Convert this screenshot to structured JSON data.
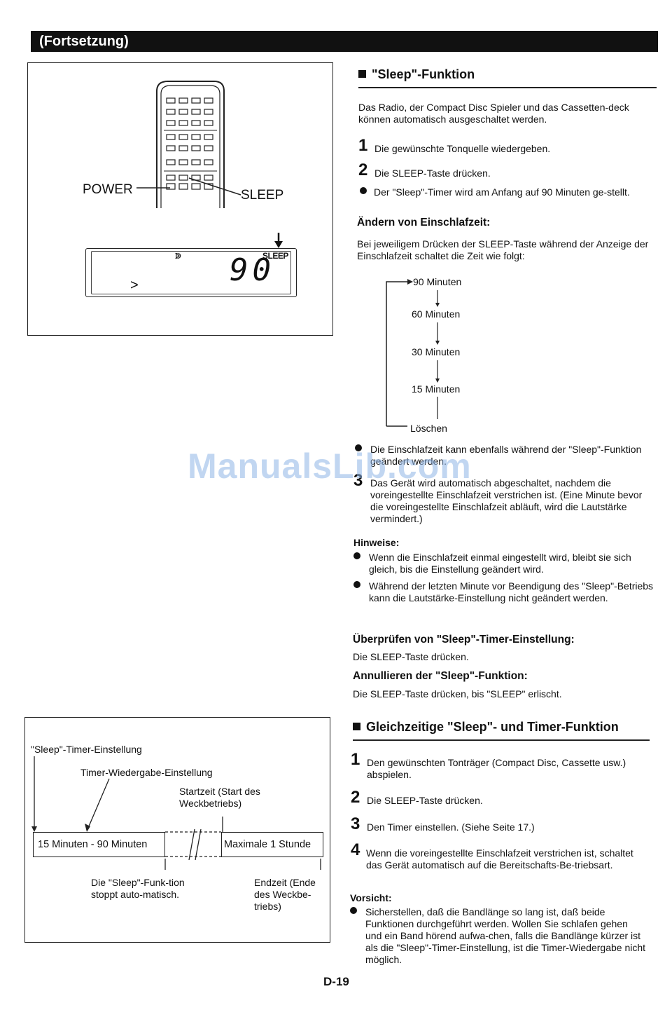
{
  "header": {
    "title": "(Fortsetzung)"
  },
  "figure": {
    "power_label": "POWER",
    "sleep_label": "SLEEP",
    "display_sleep": "SLEEP",
    "display_value": "90",
    "display_arrow": ">"
  },
  "sleep": {
    "title": "\"Sleep\"-Funktion",
    "intro": "Das Radio, der Compact Disc Spieler und das Cassetten-deck können automatisch ausgeschaltet werden.",
    "step1_num": "1",
    "step1": "Die gewünschte Tonquelle wiedergeben.",
    "step2_num": "2",
    "step2": "Die SLEEP-Taste drücken.",
    "bullet1": "Der \"Sleep\"-Timer wird am Anfang auf 90 Minuten ge-stellt.",
    "change_title": "Ändern von Einschlafzeit:",
    "change_text": "Bei jeweiligem Drücken der SLEEP-Taste während der Anzeige der Einschlafzeit schaltet die Zeit wie folgt:",
    "sequence": [
      "90 Minuten",
      "60 Minuten",
      "30 Minuten",
      "15 Minuten",
      "Löschen"
    ],
    "bullet2": "Die Einschlafzeit kann ebenfalls während der \"Sleep\"-Funktion geändert werden.",
    "step3_num": "3",
    "step3": "Das Gerät wird automatisch abgeschaltet, nachdem die voreingestellte Einschlafzeit verstrichen ist. (Eine Minute bevor die voreingestellte Einschlafzeit abläuft, wird die Lautstärke vermindert.)",
    "notes_title": "Hinweise:",
    "note1": "Wenn die Einschlafzeit einmal eingestellt wird, bleibt sie sich gleich, bis die Einstellung geändert wird.",
    "note2": "Während der letzten Minute vor Beendigung des \"Sleep\"-Betriebs kann die Lautstärke-Einstellung nicht geändert werden.",
    "check_title": "Überprüfen von \"Sleep\"-Timer-Einstellung:",
    "check_text": "Die SLEEP-Taste drücken.",
    "cancel_title": "Annullieren der \"Sleep\"-Funktion:",
    "cancel_text": "Die SLEEP-Taste drücken, bis \"SLEEP\" erlischt."
  },
  "timer": {
    "title": "Gleichzeitige \"Sleep\"- und Timer-Funktion",
    "step1_num": "1",
    "step1": "Den gewünschten Tonträger (Compact Disc, Cassette usw.) abspielen.",
    "step2_num": "2",
    "step2": "Die SLEEP-Taste drücken.",
    "step3_num": "3",
    "step3": "Den Timer einstellen. (Siehe Seite 17.)",
    "step4_num": "4",
    "step4": "Wenn die voreingestellte Einschlafzeit verstrichen ist, schaltet das Gerät automatisch auf die Bereitschafts-Be-triebsart.",
    "caution_title": "Vorsicht:",
    "caution": "Sicherstellen, daß die Bandlänge so lang ist, daß beide Funktionen durchgeführt werden. Wollen Sie schlafen gehen und ein Band hörend aufwa-chen, falls die Bandlänge kürzer ist als die \"Sleep\"-Timer-Einstellung, ist die Timer-Wiedergabe nicht möglich."
  },
  "diagram": {
    "sleep_setting": "\"Sleep\"-Timer-Einstellung",
    "playback_setting": "Timer-Wiedergabe-Einstellung",
    "start_time": "Startzeit (Start des Weckbetriebs)",
    "box_left": "15 Minuten - 90 Minuten",
    "box_right": "Maximale 1 Stunde",
    "stop_text": "Die \"Sleep\"-Funk-tion stoppt auto-matisch.",
    "end_time": "Endzeit (Ende des Weckbe-triebs)"
  },
  "watermark": "ManualsLib.com",
  "page_number": "D-19"
}
